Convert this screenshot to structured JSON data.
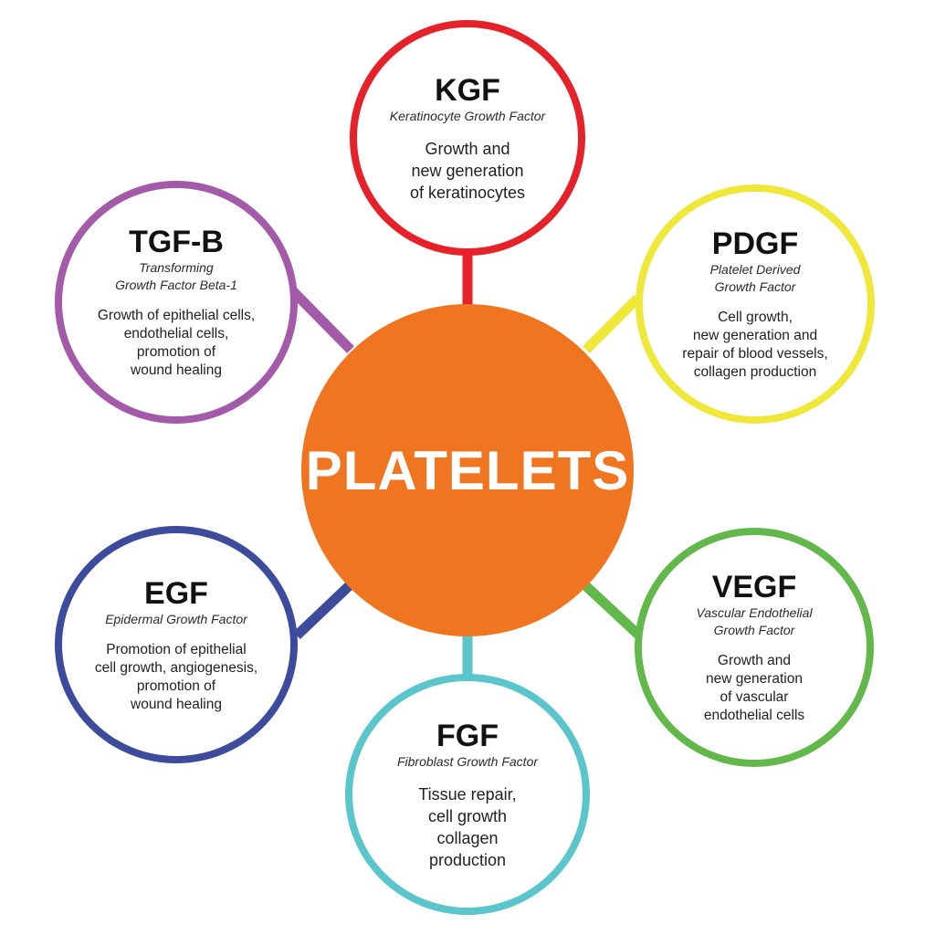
{
  "center": {
    "label": "PLATELETS",
    "color": "#f07521"
  },
  "nodes": {
    "kgf": {
      "title": "KGF",
      "subtitle": "Keratinocyte Growth Factor",
      "description": "Growth and\nnew generation\nof keratinocytes",
      "color": "#e52129"
    },
    "pdgf": {
      "title": "PDGF",
      "subtitle": "Platelet Derived\nGrowth Factor",
      "description": "Cell growth,\nnew generation and\nrepair of blood vessels,\ncollagen production",
      "color": "#efe83a"
    },
    "vegf": {
      "title": "VEGF",
      "subtitle": "Vascular Endothelial\nGrowth Factor",
      "description": "Growth and\nnew generation\nof vascular\nendothelial cells",
      "color": "#62b84a"
    },
    "fgf": {
      "title": "FGF",
      "subtitle": "Fibroblast Growth Factor",
      "description": "Tissue repair,\ncell growth\ncollagen\nproduction",
      "color": "#5bc5cc"
    },
    "egf": {
      "title": "EGF",
      "subtitle": "Epidermal Growth Factor",
      "description": "Promotion of epithelial\ncell growth, angiogenesis,\npromotion of\nwound healing",
      "color": "#3d4b9c"
    },
    "tgfb": {
      "title": "TGF-B",
      "subtitle": "Transforming\nGrowth Factor Beta-1",
      "description": "Growth of epithelial cells,\nendothelial cells,\npromotion of\nwound healing",
      "color": "#a35aa8"
    }
  }
}
